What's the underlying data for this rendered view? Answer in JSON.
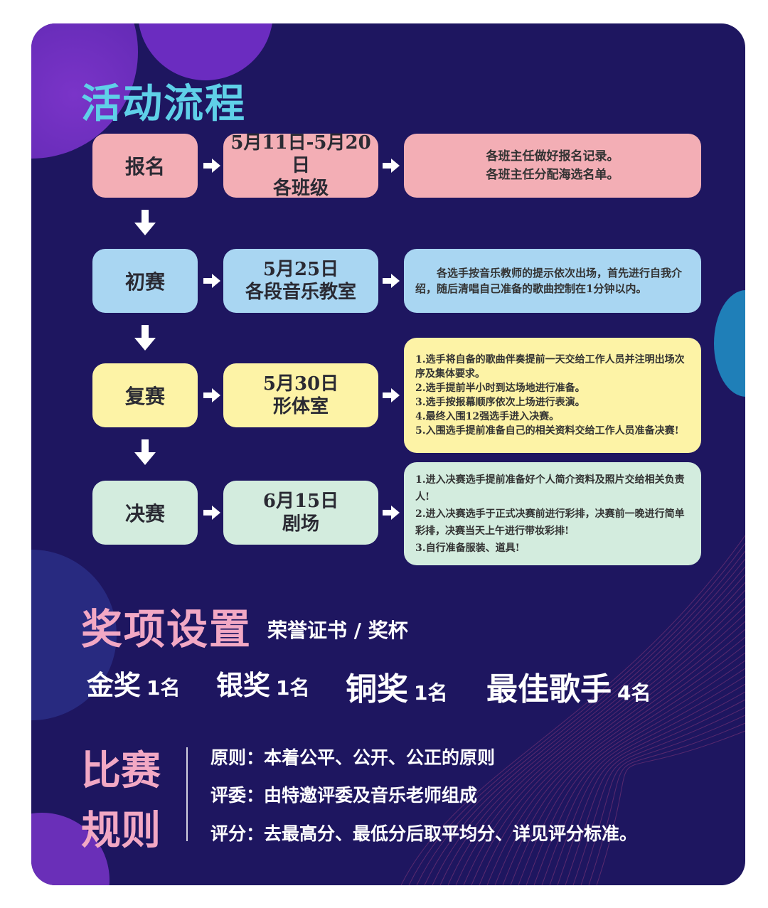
{
  "flow_title": "活动流程",
  "stages": [
    {
      "name": "报名",
      "place_line1": "5月11日-5月20日",
      "place_line2": "各班级",
      "desc": [
        "各班主任做好报名记录。",
        "各班主任分配海选名单。"
      ],
      "color": "#f3aeb5"
    },
    {
      "name": "初赛",
      "place_line1": "5月25日",
      "place_line2": "各段音乐教室",
      "desc": [
        "　　各选手按音乐教师的提示依次出场，首先进行自我介绍，随后清唱自己准备的歌曲控制在1分钟以内。"
      ],
      "color": "#a9d6f2"
    },
    {
      "name": "复赛",
      "place_line1": "5月30日",
      "place_line2": "形体室",
      "desc": [
        "1.选手将自备的歌曲伴奏提前一天交给工作人员并注明出场次序及集体要求。",
        "2.选手提前半小时到达场地进行准备。",
        "3.选手按报幕顺序依次上场进行表演。",
        "4.最终入围12强选手进入决赛。",
        "5.入围选手提前准备自己的相关资料交给工作人员准备决赛!"
      ],
      "color": "#fdf3a6"
    },
    {
      "name": "决赛",
      "place_line1": "6月15日",
      "place_line2": "剧场",
      "desc": [
        "1.进入决赛选手提前准备好个人简介资料及照片交给相关负责人!",
        "2.进入决赛选手于正式决赛前进行彩排，决赛前一晚进行简单彩排，决赛当天上午进行带妆彩排!",
        "3.自行准备服装、道具!"
      ],
      "color": "#d3ecde"
    }
  ],
  "award_title": "奖项设置",
  "award_subtitle": "荣誉证书 / 奖杯",
  "awards": [
    {
      "name": "金奖",
      "count": "1名"
    },
    {
      "name": "银奖",
      "count": "1名"
    },
    {
      "name": "铜奖",
      "count": "1名"
    },
    {
      "name": "最佳歌手",
      "count": "4名"
    }
  ],
  "rules_title": "比赛 规则",
  "rules": [
    {
      "label": "原则：",
      "text": "本着公平、公开、公正的原则"
    },
    {
      "label": "评委：",
      "text": "由特邀评委及音乐老师组成"
    },
    {
      "label": "评分：",
      "text": "去最高分、最低分后取平均分、详见评分标准。"
    }
  ],
  "colors": {
    "background": "#1e1660",
    "flow_title": "#5fd0e8",
    "accent_pink": "#f2a8c4"
  }
}
